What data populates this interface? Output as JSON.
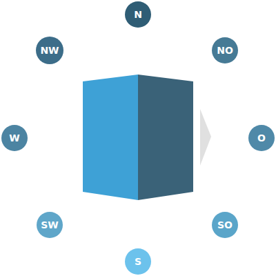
{
  "diagram": {
    "nodes": [
      {
        "text": [
          "N"
        ]
      },
      {
        "text": [
          "NW"
        ]
      },
      {
        "text": [
          "NO"
        ]
      },
      {
        "text": [
          "W"
        ]
      },
      {
        "text": [
          "O"
        ]
      },
      {
        "text": [
          "SW"
        ]
      },
      {
        "text": [
          "SO"
        ]
      },
      {
        "text": [
          "S"
        ]
      }
    ]
  }
}
